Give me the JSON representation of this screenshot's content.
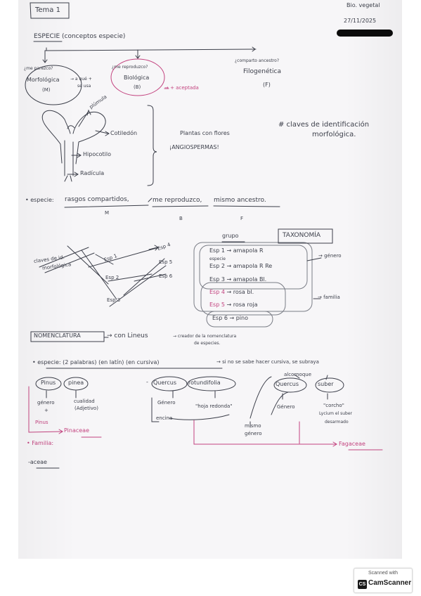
{
  "header": {
    "title": "Tema 1",
    "subject": "Bio. vegetal",
    "date": "27/11/2025"
  },
  "section_species": {
    "heading": "ESPECIE (conceptos especie)",
    "concepts": {
      "morph_question": "¿me parezco?",
      "morph_name": "Morfológica",
      "morph_code": "(M)",
      "morph_note_1": "→ a qué +",
      "morph_note_2": "se usa",
      "bio_question": "¿me reproduzco?",
      "bio_name": "Biológica",
      "bio_code": "(B)",
      "bio_note": "→ + aceptada",
      "phylo_question": "¿comparto ancestro?",
      "phylo_name": "Filogenética",
      "phylo_code": "(F)"
    },
    "plant": {
      "plumule": "plúmula",
      "cotyledon": "Cotiledón",
      "hypocotyl": "Hipocotilo",
      "radicle": "Radícula",
      "angio_1": "Plantas con flores",
      "angio_2": "¡ANGIOSPERMAS!"
    },
    "id_keys_1": "# claves de identificación",
    "id_keys_2": "morfológica.",
    "definition": {
      "prefix": "• especie:",
      "part_m": "rasgos compartidos,",
      "part_b": "me reproduzco,",
      "part_f": "mismo ancestro.",
      "letter_m": "M",
      "letter_b": "B",
      "letter_f": "F"
    }
  },
  "key_diagram": {
    "label_1": "claves de id.",
    "label_2": "morfológica",
    "species": [
      "Esp 1",
      "Esp 2",
      "Esp 3",
      "Esp 4",
      "Esp 5",
      "Esp 6"
    ]
  },
  "taxonomy": {
    "title": "TAXONOMÍA",
    "group_label": "grupo",
    "rows": [
      {
        "name": "Esp 1",
        "desc": "→ amapola R",
        "pink": false
      },
      {
        "name": "Esp 2",
        "desc": "→ amapola R Re",
        "pink": false
      },
      {
        "name": "Esp 3",
        "desc": "→ amapola Bl.",
        "pink": false
      },
      {
        "name": "Esp 4",
        "desc": "→ rosa bl.",
        "pink": true
      },
      {
        "name": "Esp 5",
        "desc": "→ rosa roja",
        "pink": true
      },
      {
        "name": "Esp 6",
        "desc": "→ pino",
        "pink": false
      }
    ],
    "subnote": "especie",
    "genus": "→ género",
    "family": "→ familia"
  },
  "nomenclature": {
    "box": "NOMENCLATURA",
    "by": "→ con Lineus",
    "by_note_1": "→ creador de la nomenclatura",
    "by_note_2": "de especies.",
    "rule": "• especie: (2 palabras) (en latín) (en cursiva)",
    "rule_note": "→ si no se sabe hacer cursiva, se subraya",
    "ex1": {
      "w1": "Pinus",
      "w2": "pinea",
      "g": "género",
      "g_sub": "+",
      "e": "cualidad",
      "e_sub": "(Adjetivo)",
      "genus_name": "Pinus",
      "family": "Pinaceae"
    },
    "ex2": {
      "dash": "-",
      "w1": "Quercus",
      "w2": "rotundifolia",
      "g": "Género",
      "e": "\"hoja redonda\"",
      "common": "encina"
    },
    "ex3": {
      "common": "alcornoque",
      "w1": "Quercus",
      "w2": "suber",
      "g": "Género",
      "e": "\"corcho\"",
      "e_2": "Lycium el suber",
      "e_3": "desarmado"
    },
    "same_genus_1": "mismo",
    "same_genus_2": "género",
    "family": "Fagaceae"
  },
  "bullets": {
    "familia": "• Familia:",
    "aceae": "-aceae"
  },
  "watermark": {
    "top": "Scanned with",
    "logo": "CS",
    "name": "CamScanner"
  }
}
